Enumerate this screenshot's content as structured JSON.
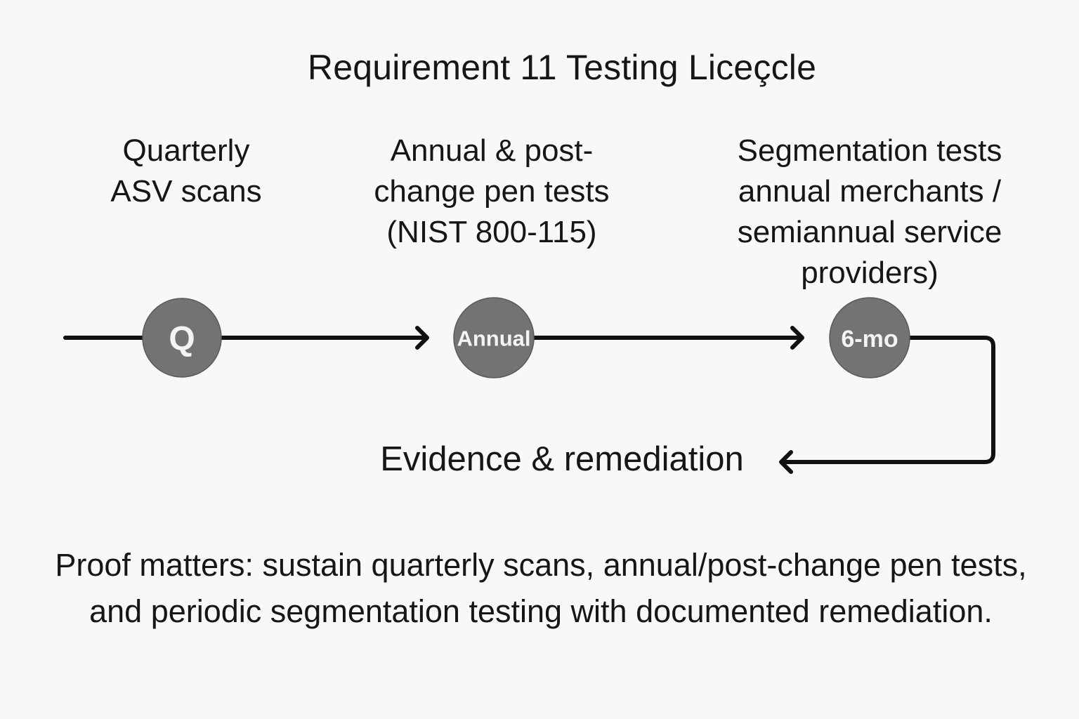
{
  "title": "Requirement 11 Testing Liceçcle",
  "stages": [
    {
      "label": "Quarterly\nASV scans",
      "node": "Q"
    },
    {
      "label": "Annual & post-\nchange pen tests\n(NIST 800-115)",
      "node": "Annual"
    },
    {
      "label": "Segmentation tests\nannual merchants /\nsemiannual service\nproviders)",
      "node": "6-mo"
    }
  ],
  "evidence_label": "Evidence & remediation",
  "footer_text": "Proof matters: sustain quarterly scans, annual/post-change pen tests, and periodic segmentation testing with documented remediation.",
  "colors": {
    "background": "#f7f8fa",
    "node_fill": "#737373",
    "connector": "#111111",
    "text": "#161616"
  }
}
